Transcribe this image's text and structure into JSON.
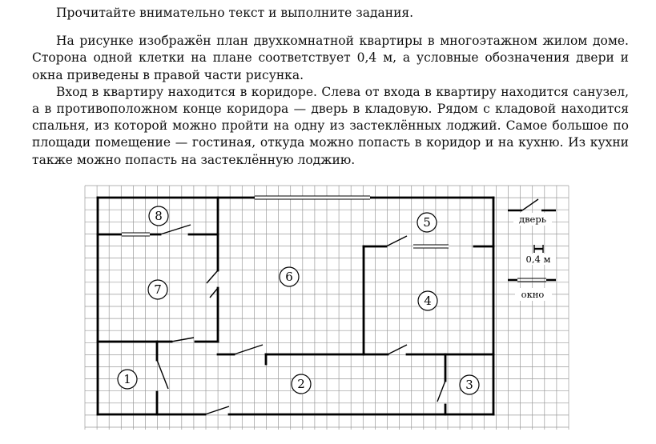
{
  "task": {
    "instruction": "Прочитайте внимательно текст и выполните задания.",
    "paragraphs": [
      "На рисунке изображён план двухкомнатной квартиры в многоэтажном жилом доме. Сторона одной клетки на плане соответствует 0,4 м, а условные обозначения двери и окна приведены в правой части рисунка.",
      "Вход в квартиру находится в коридоре. Слева от входа в квартиру находится санузел, а в противоположном конце коридора — дверь в кладовую. Рядом с кладовой находится спальня, из которой можно пройти на одну из застеклённых лоджий. Самое большое по площади помещение — гостиная, откуда можно попасть в коридор и на кухню. Из кухни также можно попасть на застеклённую лоджию."
    ]
  },
  "plan": {
    "room_labels": [
      "1",
      "2",
      "3",
      "4",
      "5",
      "6",
      "7",
      "8"
    ],
    "legend": {
      "door": "дверь",
      "scale": "0,4 м",
      "window": "окно"
    },
    "colors": {
      "grid": "#9a9a9a",
      "wall": "#000000",
      "background": "#ffffff"
    }
  }
}
